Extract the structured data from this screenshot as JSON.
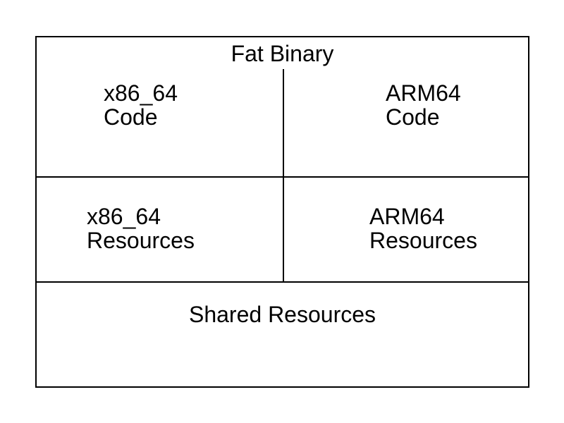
{
  "diagram": {
    "title": "Fat Binary",
    "cells": {
      "x86_code": {
        "label": "x86_64\nCode",
        "column": "x86_64",
        "row": "code"
      },
      "arm_code": {
        "label": "ARM64\nCode",
        "column": "ARM64",
        "row": "code"
      },
      "x86_res": {
        "label": "x86_64\nResources",
        "column": "x86_64",
        "row": "resources"
      },
      "arm_res": {
        "label": "ARM64\nResources",
        "column": "ARM64",
        "row": "resources"
      },
      "shared_res": {
        "label": "Shared Resources",
        "column": "both",
        "row": "shared"
      }
    },
    "colors": {
      "border": "#000000",
      "text": "#000000",
      "background": "#ffffff"
    }
  }
}
